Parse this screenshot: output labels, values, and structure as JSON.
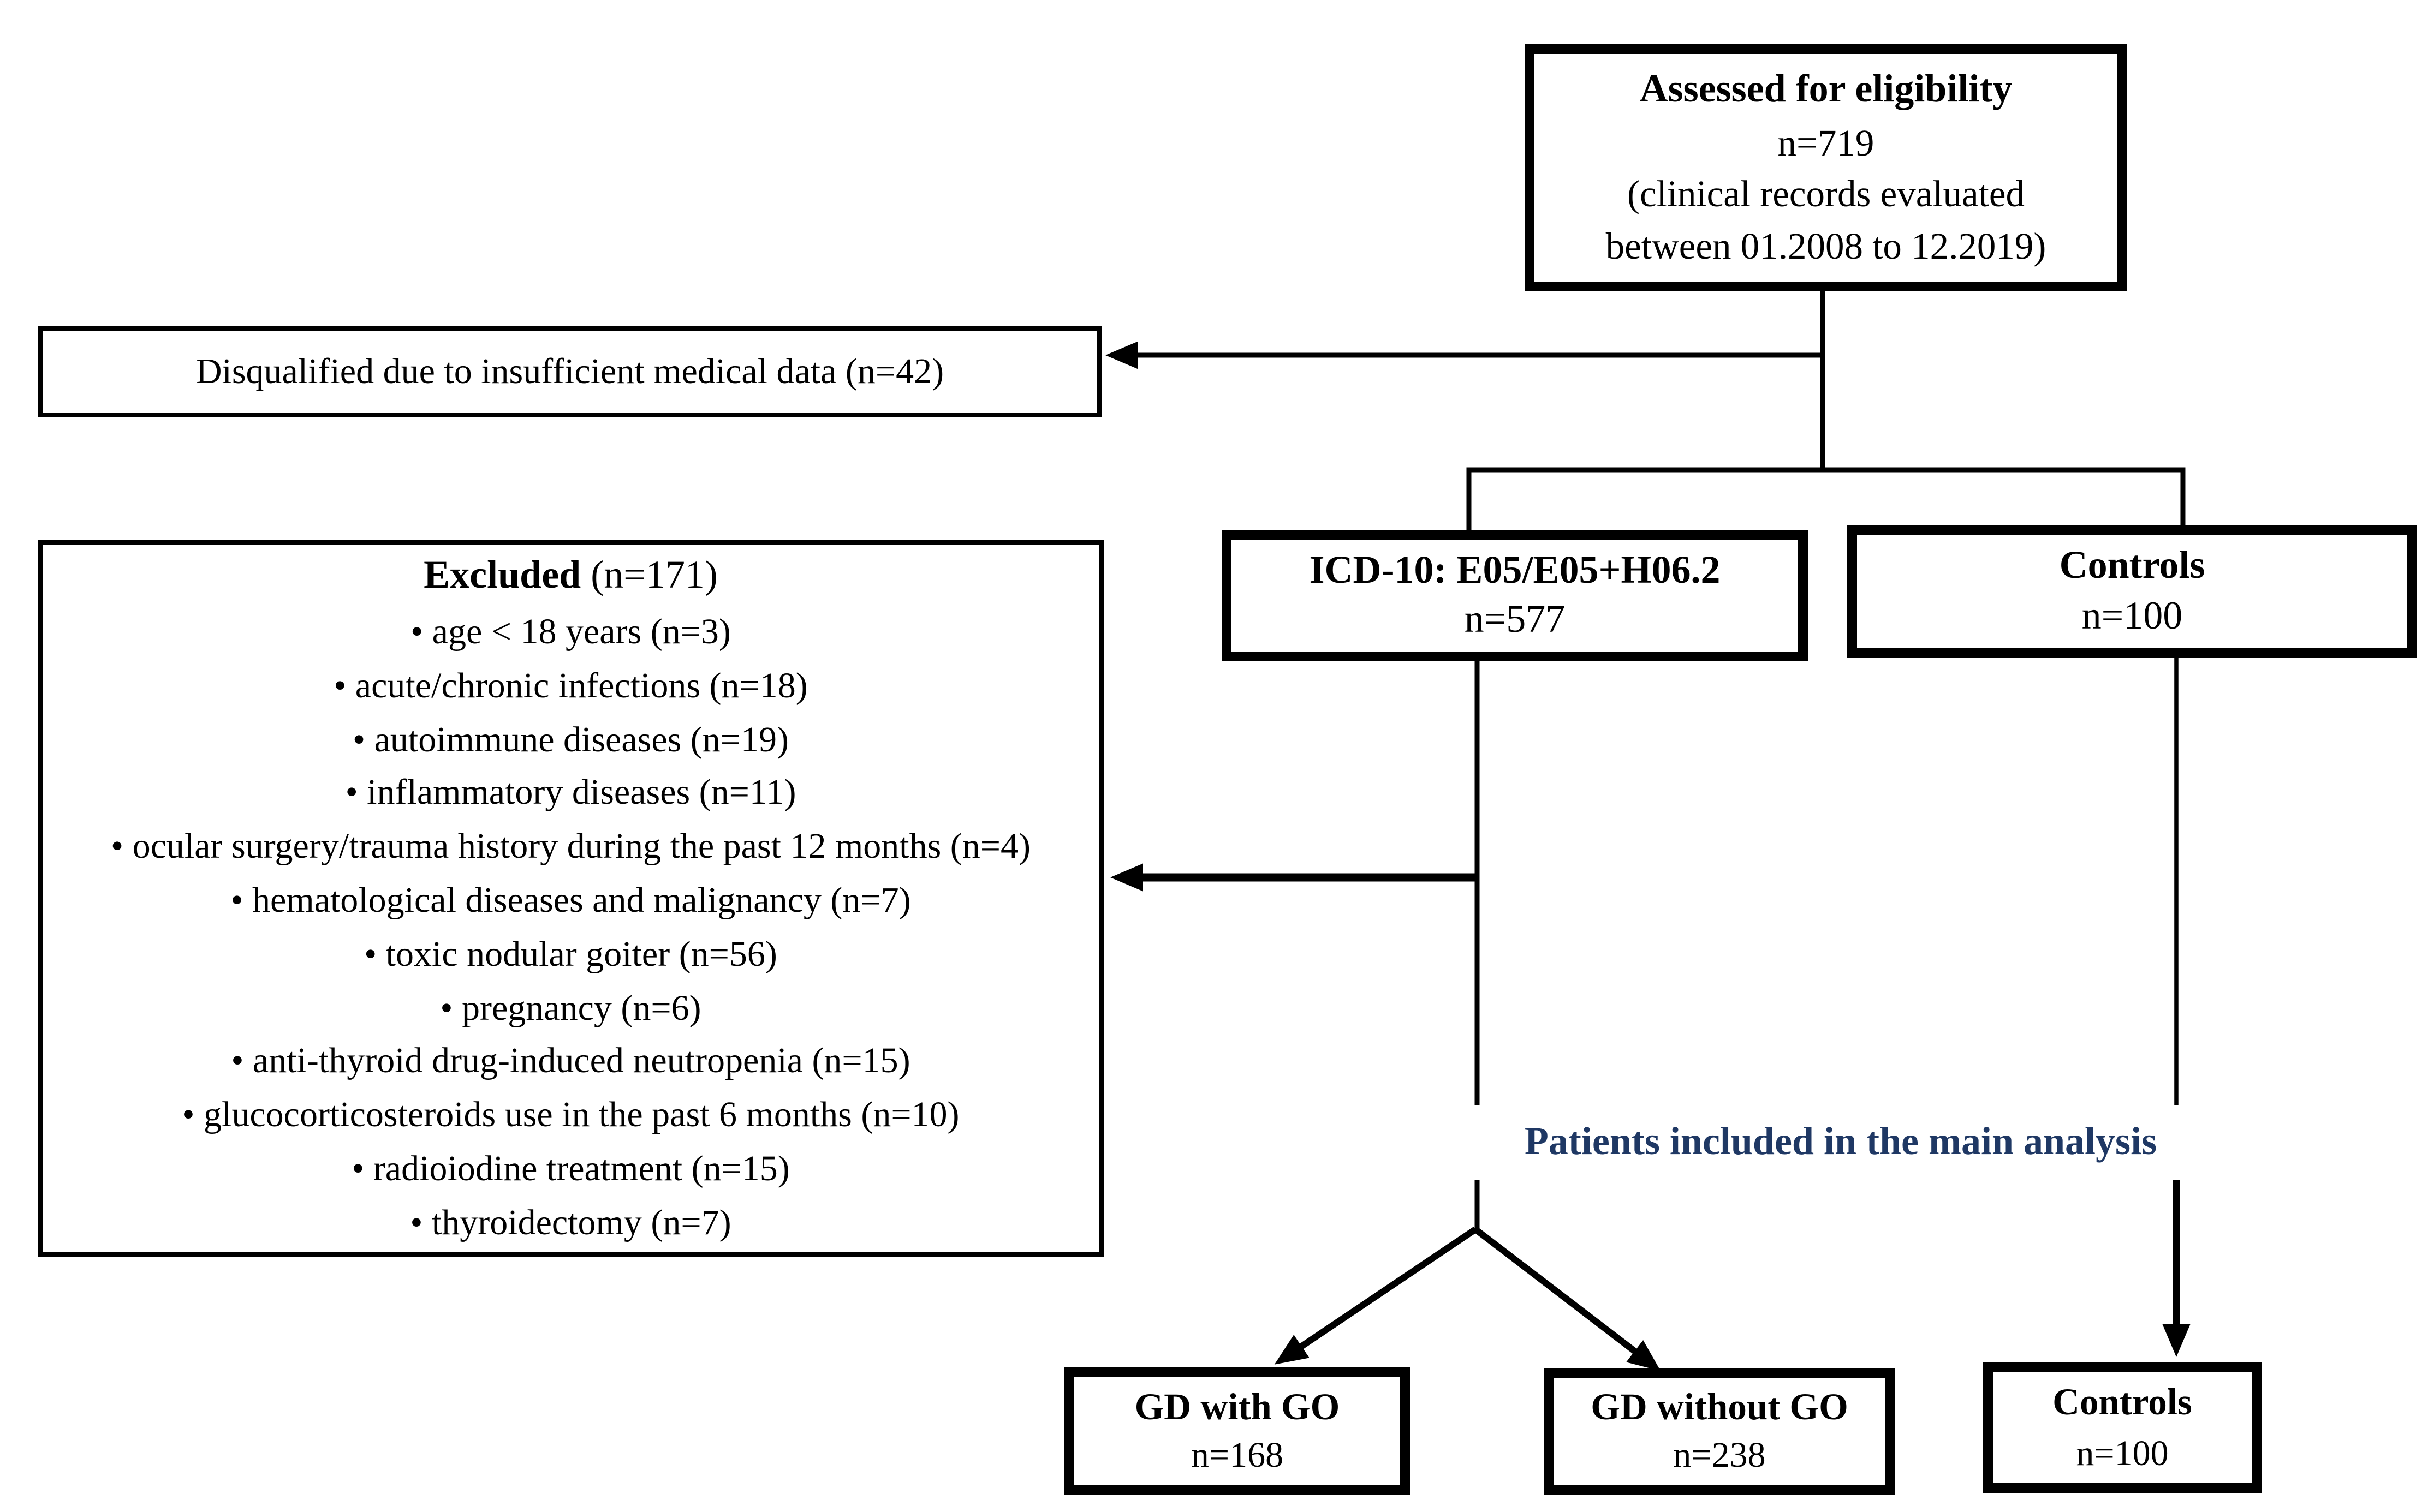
{
  "accent_color": "#1F3864",
  "line_color": "#000000",
  "flowchart": {
    "assessed": {
      "title": "Assessed for eligibility",
      "n": "n=719",
      "note_line1": "(clinical records evaluated",
      "note_line2": "between 01.2008 to 12.2019)"
    },
    "disqualified": {
      "label": "Disqualified due to insufficient medical data (n=42)"
    },
    "excluded": {
      "title_bold": "Excluded",
      "title_note": " (n=171)",
      "items": [
        "• age < 18 years (n=3)",
        "• acute/chronic infections (n=18)",
        "• autoimmune diseases (n=19)",
        "• inflammatory diseases (n=11)",
        "• ocular surgery/trauma history during the past 12 months (n=4)",
        "• hematological diseases and malignancy (n=7)",
        "• toxic nodular goiter (n=56)",
        "• pregnancy (n=6)",
        "• anti-thyroid drug-induced neutropenia (n=15)",
        "• glucocorticosteroids use in the past 6 months (n=10)",
        "• radioiodine treatment (n=15)",
        "• thyroidectomy (n=7)"
      ]
    },
    "icd10": {
      "title": "ICD-10: E05/E05+H06.2",
      "n": "n=577"
    },
    "controls_top": {
      "title": "Controls",
      "n": "n=100"
    },
    "main_analysis_label": "Patients included in the main analysis",
    "gd_with_go": {
      "title": "GD with GO",
      "n": "n=168"
    },
    "gd_without_go": {
      "title": "GD without GO",
      "n": "n=238"
    },
    "controls_bottom": {
      "title": "Controls",
      "n": "n=100"
    }
  }
}
